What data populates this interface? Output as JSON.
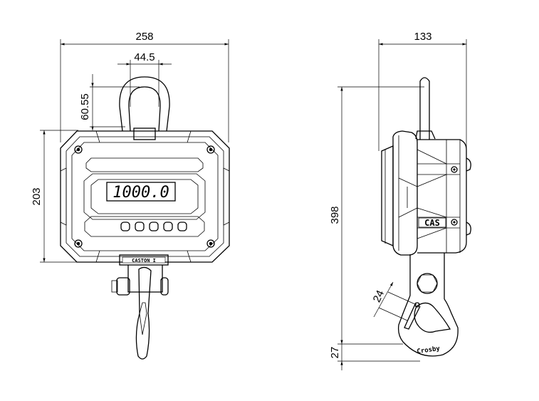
{
  "front_view": {
    "dims": {
      "width": "258",
      "shackle_width": "44.5",
      "shackle_height": "60.55",
      "body_height": "203"
    },
    "display_reading": "1000.0",
    "button_count": 5,
    "label_text": "CASTON I"
  },
  "side_view": {
    "dims": {
      "depth": "133",
      "total_height": "398",
      "hook_bottom": "27",
      "hook_opening": "24"
    },
    "brand": "CAS",
    "hook_brand": "Crosby"
  }
}
